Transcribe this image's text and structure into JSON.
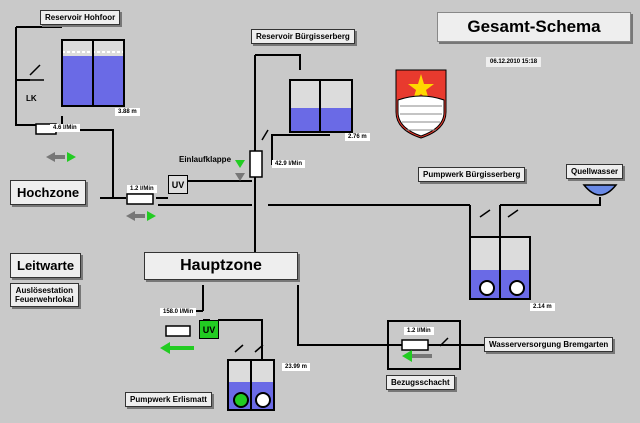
{
  "title": "Gesamt-Schema",
  "datetime": "06.12.2010   15:18",
  "labels": {
    "reservoir_hohfoor": "Reservoir Hohfoor",
    "reservoir_buergisserberg": "Reservoir Bürgisserberg",
    "pumpwerk_buergisserberg": "Pumpwerk Bürgisserberg",
    "quellwasser": "Quellwasser",
    "hochzone": "Hochzone",
    "hauptzone": "Hauptzone",
    "leitwarte": "Leitwarte",
    "ausloesestation": "Auslösestation\nFeuerwehrlokal",
    "pumpwerk_erlismatt": "Pumpwerk Erlismatt",
    "bezugsschacht": "Bezugsschacht",
    "wasserversorgung": "Wasserversorgung Bremgarten",
    "einlaufklappe": "Einlaufklappe",
    "lk": "LK",
    "uv": "UV"
  },
  "values": {
    "level_hohfoor": "3.88  m",
    "level_buergisserberg": "2.76  m",
    "level_pumpwerk_buergisserberg": "2.14  m",
    "level_erlismatt": "23.99  m",
    "flow_hohfoor": "4.6  l/Min",
    "flow_hochzone": "1.2  l/Min",
    "flow_einlauf": "42.9  l/Min",
    "flow_erlismatt": "158.0  l/Min",
    "flow_bezug": "1.2  l/Min"
  },
  "tank_fill": {
    "hohfoor": 0.75,
    "buergisserberg": 0.45,
    "pumpwerk_buergisserberg": 0.45,
    "erlismatt": 0.5
  },
  "colors": {
    "background": "#c9c9c9",
    "water": "#6a6ae6",
    "pump_active": "#22cc22",
    "arrow_green": "#22cc22",
    "arrow_gray": "#777777"
  }
}
